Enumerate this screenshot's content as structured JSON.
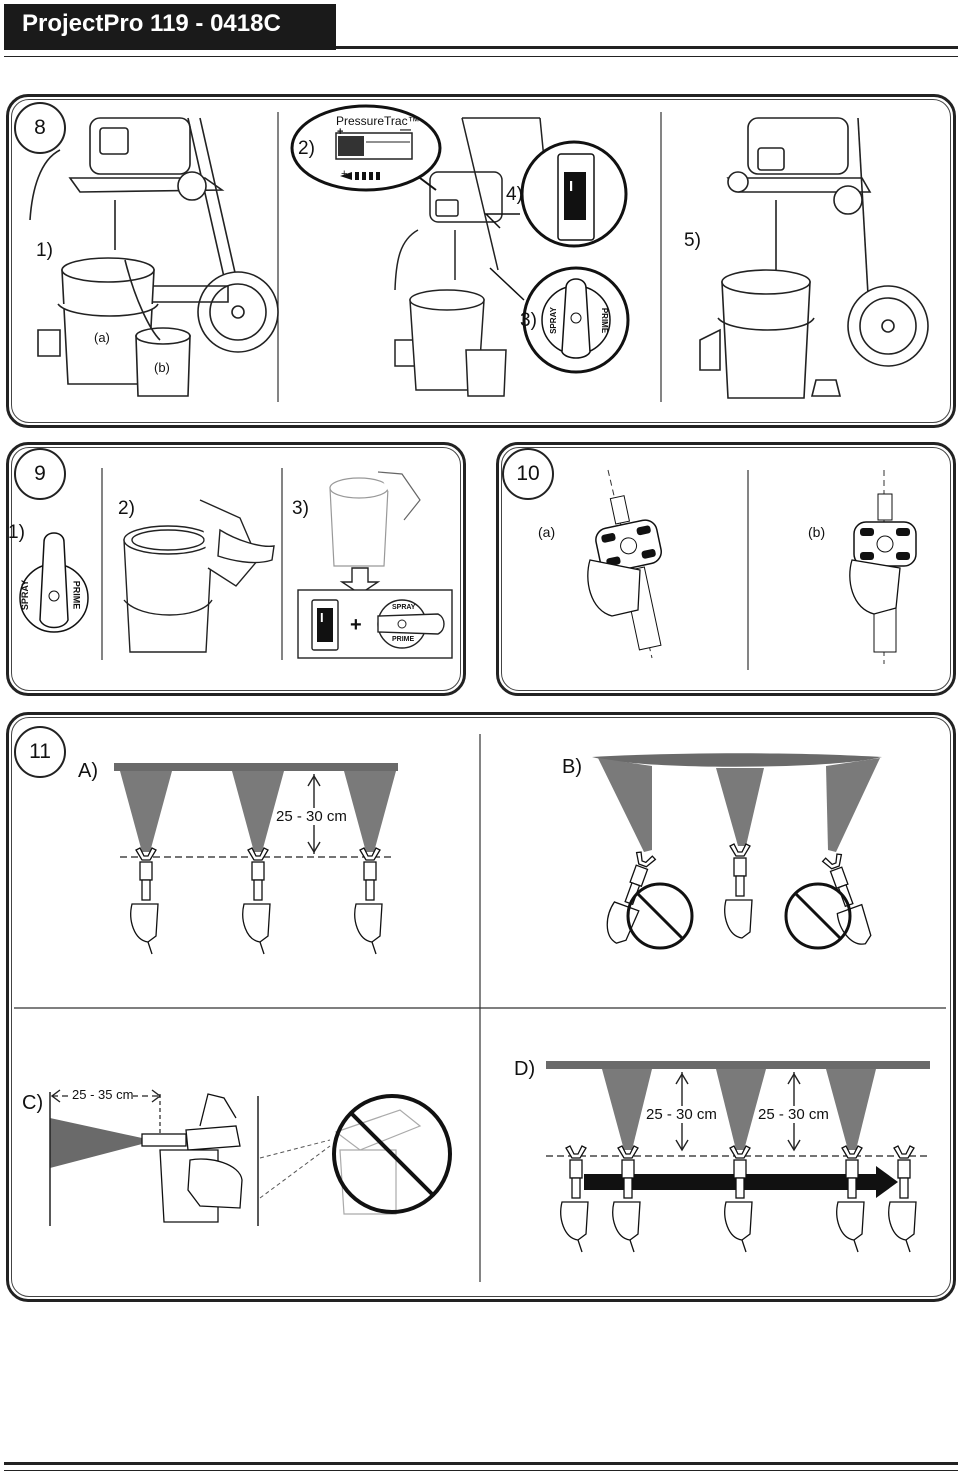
{
  "header": {
    "title": "ProjectPro 119 - 0418C"
  },
  "sections": {
    "s8": {
      "number": "8",
      "steps": [
        "1)",
        "2)",
        "3)",
        "4)",
        "5)"
      ],
      "labels": {
        "a": "(a)",
        "b": "(b)"
      },
      "pressure_trac": "PressureTrac™",
      "switch_symbol": "I",
      "knob": {
        "spray": "SPRAY",
        "prime": "PRIME"
      },
      "plus": "+",
      "minus": "—"
    },
    "s9": {
      "number": "9",
      "steps": [
        "1)",
        "2)",
        "3)"
      ],
      "knob": {
        "spray": "SPRAY",
        "prime": "PRIME"
      },
      "switch_symbol": "I",
      "plus": "+"
    },
    "s10": {
      "number": "10",
      "labels": {
        "a": "(a)",
        "b": "(b)"
      }
    },
    "s11": {
      "number": "11",
      "parts": [
        "A)",
        "B)",
        "C)",
        "D)"
      ],
      "dist_a": "25 - 30 cm",
      "dist_c": "25 - 35 cm",
      "dist_d1": "25 - 30 cm",
      "dist_d2": "25 - 30 cm"
    }
  },
  "colors": {
    "header_bg": "#1a1a1a",
    "spray_fill": "#6e6e6e",
    "wall": "#5a5a5a"
  }
}
